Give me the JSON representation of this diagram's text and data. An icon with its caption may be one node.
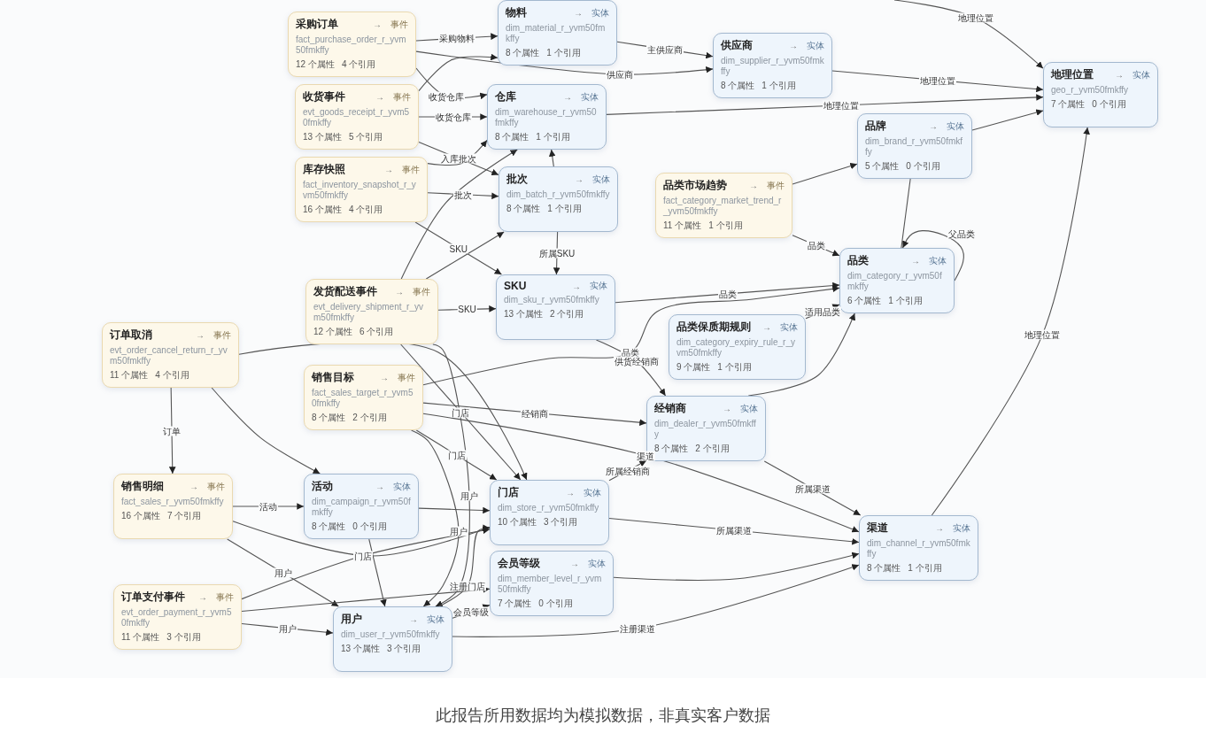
{
  "diagram": {
    "caption": "此报告所用数据均为模拟数据，非真实客户数据",
    "nodes": [
      {
        "text": [
          "采购订单",
          "→",
          "事件",
          "fact_purchase_order_r_yvm50fmkffy",
          "12 个属性",
          "4 个引用"
        ]
      },
      {
        "text": [
          "收货事件",
          "→",
          "事件",
          "evt_goods_receipt_r_yvm50fmkffy",
          "13 个属性",
          "5 个引用"
        ]
      },
      {
        "text": [
          "库存快照",
          "→",
          "事件",
          "fact_inventory_snapshot_r_yvm50fmkffy",
          "16 个属性",
          "4 个引用"
        ]
      },
      {
        "text": [
          "发货配送事件",
          "→",
          "事件",
          "evt_delivery_shipment_r_yvm50fmkffy",
          "12 个属性",
          "6 个引用"
        ]
      },
      {
        "text": [
          "订单取消",
          "→",
          "事件",
          "evt_order_cancel_return_r_yvm50fmkffy",
          "11 个属性",
          "4 个引用"
        ]
      },
      {
        "text": [
          "销售目标",
          "→",
          "事件",
          "fact_sales_target_r_yvm50fmkffy",
          "8 个属性",
          "2 个引用"
        ]
      },
      {
        "text": [
          "销售明细",
          "→",
          "事件",
          "fact_sales_r_yvm50fmkffy",
          "16 个属性",
          "7 个引用"
        ]
      },
      {
        "text": [
          "订单支付事件",
          "→",
          "事件",
          "evt_order_payment_r_yvm50fmkffy",
          "11 个属性",
          "3 个引用"
        ]
      },
      {
        "text": [
          "物料",
          "→",
          "实体",
          "dim_material_r_yvm50fmkffy",
          "8 个属性",
          "1 个引用"
        ]
      },
      {
        "text": [
          "供应商",
          "→",
          "实体",
          "dim_supplier_r_yvm50fmkffy",
          "8 个属性",
          "1 个引用"
        ]
      },
      {
        "text": [
          "仓库",
          "→",
          "实体",
          "dim_warehouse_r_yvm50fmkffy",
          "8 个属性",
          "1 个引用"
        ]
      },
      {
        "text": [
          "地理位置",
          "→",
          "实体",
          "geo_r_yvm50fmkffy",
          "7 个属性",
          "0 个引用"
        ]
      },
      {
        "text": [
          "品牌",
          "→",
          "实体",
          "dim_brand_r_yvm50fmkffy",
          "5 个属性",
          "0 个引用"
        ]
      },
      {
        "text": [
          "批次",
          "→",
          "实体",
          "dim_batch_r_yvm50fmkffy",
          "8 个属性",
          "1 个引用"
        ]
      },
      {
        "text": [
          "品类市场趋势",
          "→",
          "事件",
          "fact_category_market_trend_r_yvm50fmkffy",
          "11 个属性",
          "1 个引用"
        ]
      },
      {
        "text": [
          "品类",
          "→",
          "实体",
          "dim_category_r_yvm50fmkffy",
          "6 个属性",
          "1 个引用"
        ]
      },
      {
        "text": [
          "SKU",
          "→",
          "实体",
          "dim_sku_r_yvm50fmkffy",
          "13 个属性",
          "2 个引用"
        ]
      },
      {
        "text": [
          "品类保质期规则",
          "→",
          "实体",
          "dim_category_expiry_rule_r_yvm50fmkffy",
          "9 个属性",
          "1 个引用"
        ]
      },
      {
        "text": [
          "经销商",
          "→",
          "实体",
          "dim_dealer_r_yvm50fmkffy",
          "8 个属性",
          "2 个引用"
        ]
      },
      {
        "text": [
          "活动",
          "→",
          "实体",
          "dim_campaign_r_yvm50fmkffy",
          "8 个属性",
          "0 个引用"
        ]
      },
      {
        "text": [
          "门店",
          "→",
          "实体",
          "dim_store_r_yvm50fmkffy",
          "10 个属性",
          "3 个引用"
        ]
      },
      {
        "text": [
          "会员等级",
          "→",
          "实体",
          "dim_member_level_r_yvm50fmkffy",
          "7 个属性",
          "0 个引用"
        ]
      },
      {
        "text": [
          "渠道",
          "→",
          "实体",
          "dim_channel_r_yvm50fmkffy",
          "8 个属性",
          "1 个引用"
        ]
      },
      {
        "text": [
          "用户",
          "→",
          "实体",
          "dim_user_r_yvm50fmkffy",
          "13 个属性",
          "3 个引用"
        ]
      }
    ],
    "edges": [
      {
        "from": 0,
        "to": 8,
        "arrow": "to",
        "label": "采购物料"
      },
      {
        "from": 0,
        "to": 9,
        "arrow": "to",
        "label": "供应商"
      },
      {
        "from": 0,
        "to": 10,
        "arrow": "to",
        "label": "收货仓库"
      },
      {
        "from": 1,
        "to": 8,
        "arrow": "to"
      },
      {
        "from": 1,
        "to": 10,
        "arrow": "to",
        "label": "收货仓库"
      },
      {
        "from": 1,
        "to": 13,
        "arrow": "to",
        "label": "入库批次"
      },
      {
        "from": 2,
        "to": 10,
        "arrow": "to"
      },
      {
        "from": 2,
        "to": 13,
        "arrow": "to",
        "label": "批次"
      },
      {
        "from": 2,
        "to": 16,
        "arrow": "to",
        "label": "SKU"
      },
      {
        "from": 3,
        "to": 16,
        "arrow": "to",
        "label": "SKU"
      },
      {
        "from": 3,
        "to": 10,
        "arrow": "to"
      },
      {
        "from": 3,
        "to": 13,
        "arrow": "to"
      },
      {
        "from": 3,
        "to": 20,
        "arrow": "to",
        "label": "门店"
      },
      {
        "from": 3,
        "to": 23,
        "arrow": "to",
        "label": "用户"
      },
      {
        "from": 8,
        "to": 9,
        "arrow": "to",
        "label": "主供应商"
      },
      {
        "from": 9,
        "to": 11,
        "arrow": "to",
        "label": "地理位置"
      },
      {
        "from": 10,
        "to": 11,
        "arrow": "to",
        "label": "地理位置"
      },
      {
        "from": null,
        "to": 11,
        "arrow": "to",
        "label": "地理位置"
      },
      {
        "from": 22,
        "to": 11,
        "arrow": "to",
        "label": "地理位置"
      },
      {
        "from": 12,
        "to": 11,
        "arrow": "to"
      },
      {
        "from": 13,
        "to": 10,
        "arrow": "to"
      },
      {
        "from": 13,
        "to": 16,
        "arrow": "to",
        "label": "所属SKU"
      },
      {
        "from": 14,
        "to": 12,
        "arrow": "to"
      },
      {
        "from": 14,
        "to": 15,
        "arrow": "to",
        "label": "品类"
      },
      {
        "from": 16,
        "to": 15,
        "arrow": "to",
        "label": "品类"
      },
      {
        "from": 15,
        "to": 12,
        "arrow": "none"
      },
      {
        "from": 15,
        "to": 15,
        "arrow": "to",
        "label": "父品类"
      },
      {
        "from": 17,
        "to": 15,
        "arrow": "to",
        "label": "适用品类"
      },
      {
        "from": 18,
        "to": 15,
        "arrow": "to"
      },
      {
        "from": 4,
        "to": 6,
        "arrow": "to",
        "label": "订单"
      },
      {
        "from": 4,
        "to": 20,
        "arrow": "to"
      },
      {
        "from": 4,
        "to": 19,
        "arrow": "to"
      },
      {
        "from": 5,
        "to": 20,
        "arrow": "to",
        "label": "门店"
      },
      {
        "from": 5,
        "to": 15,
        "arrow": "to",
        "label": "品类"
      },
      {
        "from": 5,
        "to": 22,
        "arrow": "to",
        "label": "渠道"
      },
      {
        "from": 5,
        "to": 23,
        "arrow": "to",
        "label": "用户"
      },
      {
        "from": 5,
        "to": 18,
        "arrow": "to",
        "label": "经销商"
      },
      {
        "from": 6,
        "to": 19,
        "arrow": "to",
        "label": "活动"
      },
      {
        "from": 6,
        "to": 23,
        "arrow": "to",
        "label": "用户"
      },
      {
        "from": 6,
        "to": 20,
        "arrow": "to"
      },
      {
        "from": 7,
        "to": 23,
        "arrow": "to",
        "label": "用户"
      },
      {
        "from": 7,
        "to": 20,
        "arrow": "to",
        "label": "门店"
      },
      {
        "from": 7,
        "to": 21,
        "arrow": "to"
      },
      {
        "from": 19,
        "to": 23,
        "arrow": "to"
      },
      {
        "from": 19,
        "to": 20,
        "arrow": "to"
      },
      {
        "from": 20,
        "to": 18,
        "arrow": "to",
        "label": "所属经销商"
      },
      {
        "from": 20,
        "to": 22,
        "arrow": "to",
        "label": "所属渠道"
      },
      {
        "from": 23,
        "to": 21,
        "arrow": "to",
        "label": "会员等级"
      },
      {
        "from": 23,
        "to": 20,
        "arrow": "to",
        "label": "注册门店"
      },
      {
        "from": 23,
        "to": 22,
        "arrow": "to",
        "label": "注册渠道"
      },
      {
        "from": 18,
        "to": 22,
        "arrow": "to",
        "label": "所属渠道"
      },
      {
        "from": 21,
        "to": 22,
        "arrow": "to"
      },
      {
        "from": 16,
        "to": 18,
        "arrow": "to",
        "label": "供货经销商"
      }
    ]
  }
}
